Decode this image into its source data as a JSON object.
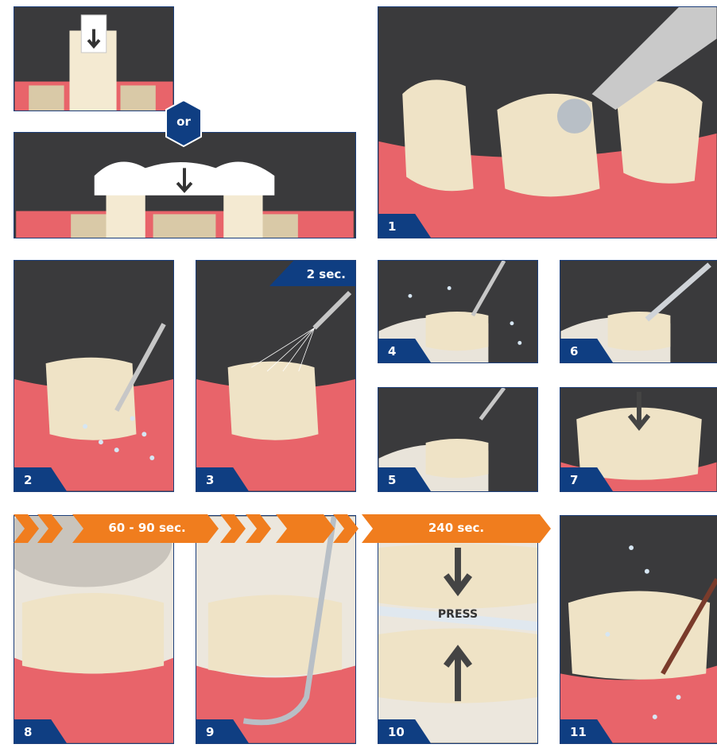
{
  "intro": {
    "or_label": "or"
  },
  "steps": [
    {
      "num": "1"
    },
    {
      "num": "2"
    },
    {
      "num": "3"
    },
    {
      "num": "4"
    },
    {
      "num": "5"
    },
    {
      "num": "6"
    },
    {
      "num": "7"
    },
    {
      "num": "8"
    },
    {
      "num": "9"
    },
    {
      "num": "10"
    },
    {
      "num": "11"
    }
  ],
  "step3_time": "2 sec.",
  "timeline": {
    "first_label": "60 - 90 sec.",
    "second_label": "240 sec."
  },
  "step10_text": "PRESS",
  "colors": {
    "navy": "#0f3e82",
    "orange": "#f07d1e",
    "panel_bg": "#3a3a3c",
    "gum": "#e8646a",
    "tooth": "#efe3c6"
  }
}
